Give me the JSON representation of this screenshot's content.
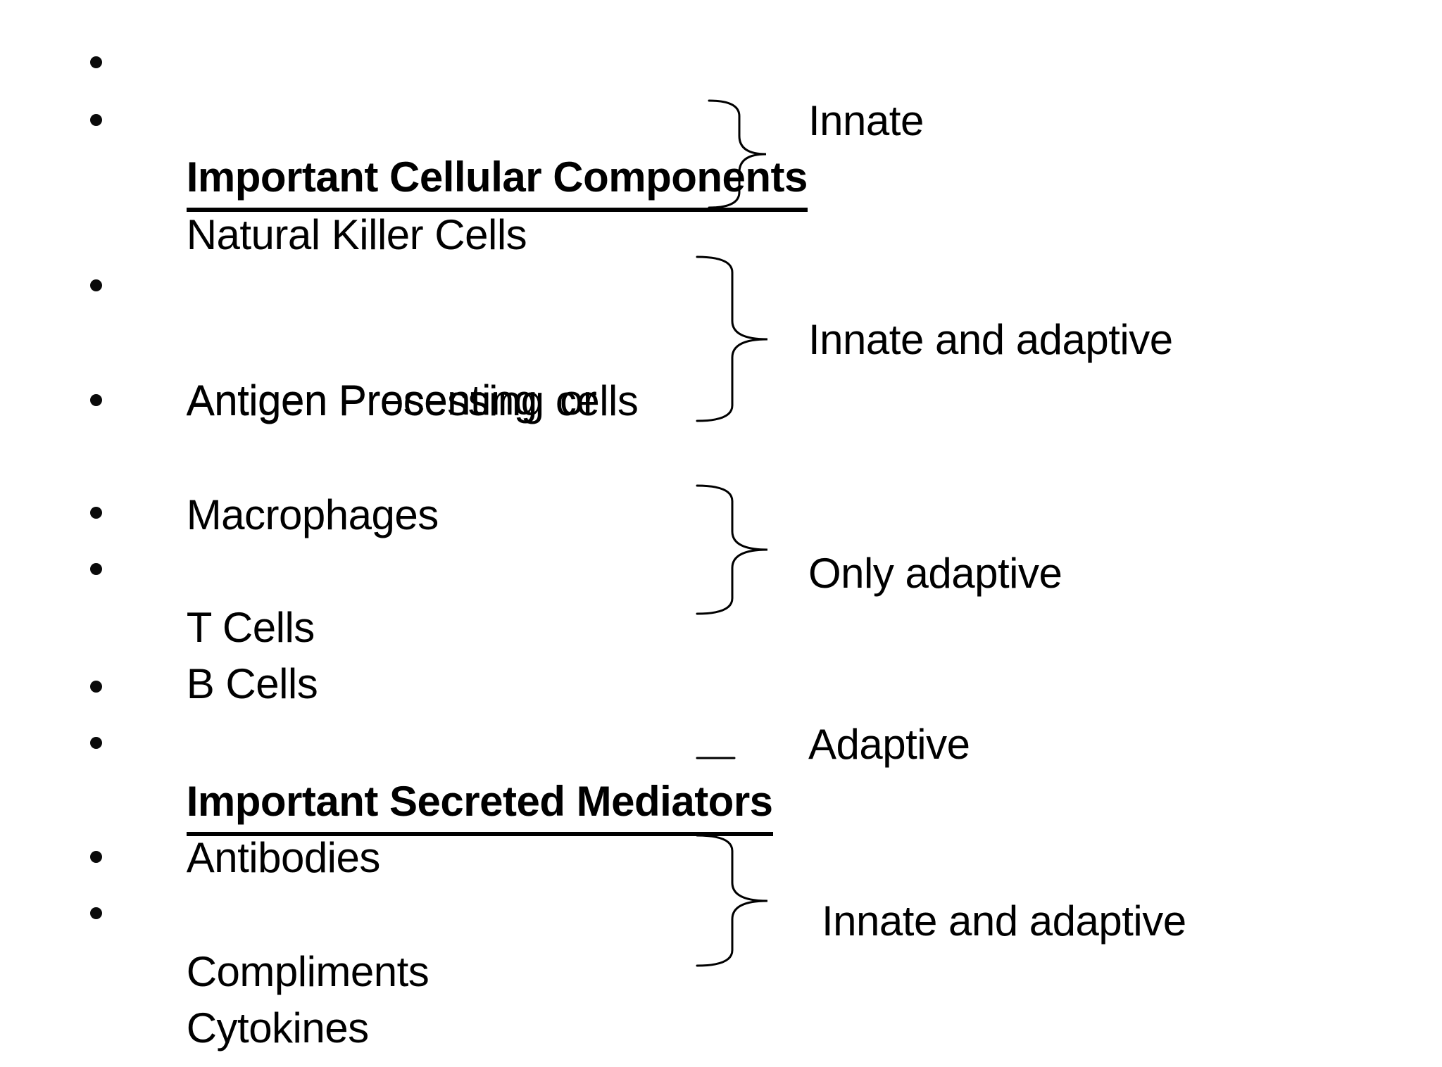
{
  "slide": {
    "background": "#ffffff",
    "text_color": "#000000"
  },
  "list": {
    "items": [
      {
        "label": "Important Cellular Components",
        "type": "header"
      },
      {
        "label": "Natural Killer Cells",
        "type": "bullet"
      },
      {
        "label": "Antigen Presenting  or",
        "type": "bullet"
      },
      {
        "label": "Antigen Processing cells",
        "type": "continuation"
      },
      {
        "label": "Macrophages",
        "type": "bullet"
      },
      {
        "label": "T Cells",
        "type": "bullet"
      },
      {
        "label": "B Cells",
        "type": "bullet"
      },
      {
        "label": "Important Secreted Mediators",
        "type": "header"
      },
      {
        "label": "Antibodies",
        "type": "bullet"
      },
      {
        "label": "Compliments",
        "type": "bullet"
      },
      {
        "label": "Cytokines",
        "type": "bullet"
      }
    ]
  },
  "brace_groups": [
    {
      "label": "Innate",
      "connector": "brace",
      "members": [
        "Natural Killer Cells"
      ]
    },
    {
      "label": "Innate and adaptive",
      "connector": "brace",
      "members": [
        "Antigen Presenting or Antigen Processing cells",
        "Macrophages"
      ]
    },
    {
      "label": "Only adaptive",
      "connector": "brace",
      "members": [
        "T Cells",
        "B Cells"
      ]
    },
    {
      "label": "Adaptive",
      "connector": "dash",
      "members": [
        "Antibodies"
      ]
    },
    {
      "label": "Innate and adaptive",
      "connector": "brace",
      "members": [
        "Compliments",
        "Cytokines"
      ]
    }
  ]
}
